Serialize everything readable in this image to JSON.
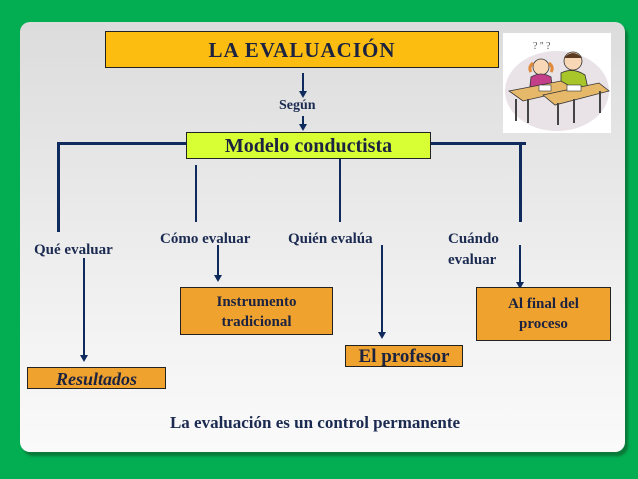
{
  "diagram": {
    "title": "LA  EVALUACIÓN",
    "connector_label": "Según",
    "model": "Modelo conductista",
    "branches": [
      {
        "question": "Qué evaluar",
        "answer": "Resultados"
      },
      {
        "question": "Cómo evaluar",
        "answer_line1": "Instrumento",
        "answer_line2": "tradicional"
      },
      {
        "question": "Quién evalúa",
        "answer": "El profesor"
      },
      {
        "question_line1": "Cuándo",
        "question_line2": "evaluar",
        "answer_line1": "Al final del",
        "answer_line2": "proceso"
      }
    ],
    "footer": "La evaluación es un control permanente",
    "illustration": "students-at-desks-clipart"
  },
  "colors": {
    "background_green": "#03ad52",
    "title_fill": "#fdbd10",
    "model_fill": "#d8ff33",
    "answer_fill": "#f0a22e",
    "line_color": "#0f2a5c",
    "text_color": "#1b2a50"
  }
}
